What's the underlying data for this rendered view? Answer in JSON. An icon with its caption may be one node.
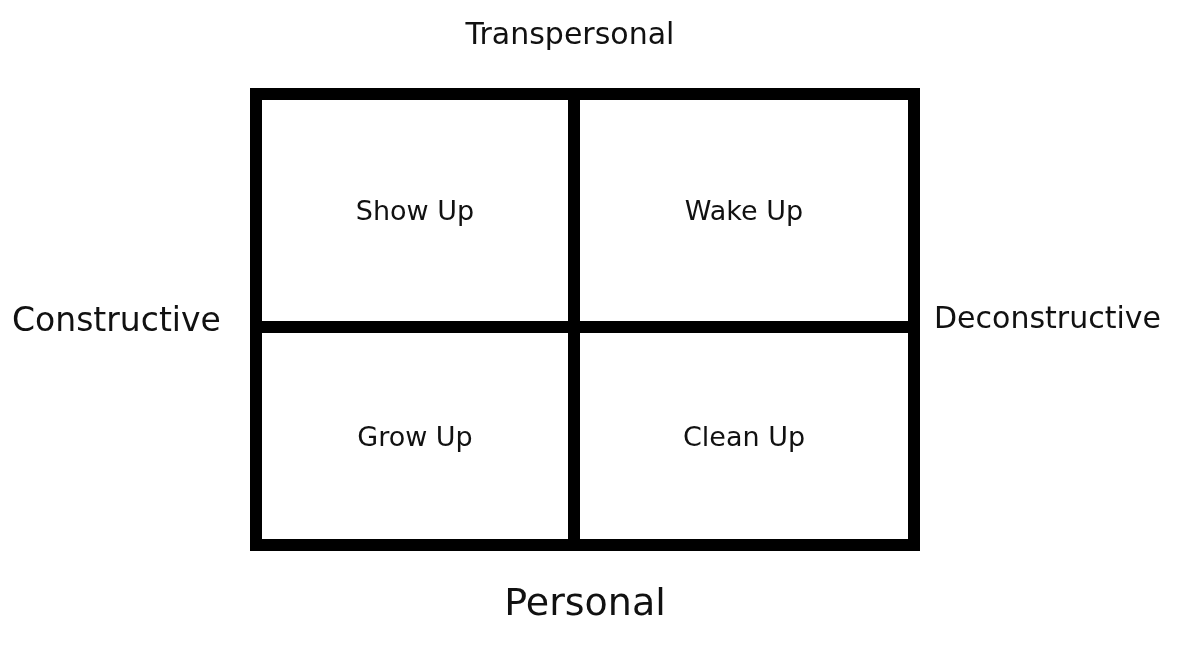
{
  "diagram": {
    "nodes": [
      {
        "text": [
          "Show Up"
        ]
      },
      {
        "text": [
          "Wake Up"
        ]
      },
      {
        "text": [
          "Grow Up"
        ]
      },
      {
        "text": [
          "Clean Up"
        ]
      }
    ],
    "edges": [],
    "labels": [
      "Transpersonal",
      "Constructive",
      "Deconstructive",
      "Personal"
    ]
  }
}
